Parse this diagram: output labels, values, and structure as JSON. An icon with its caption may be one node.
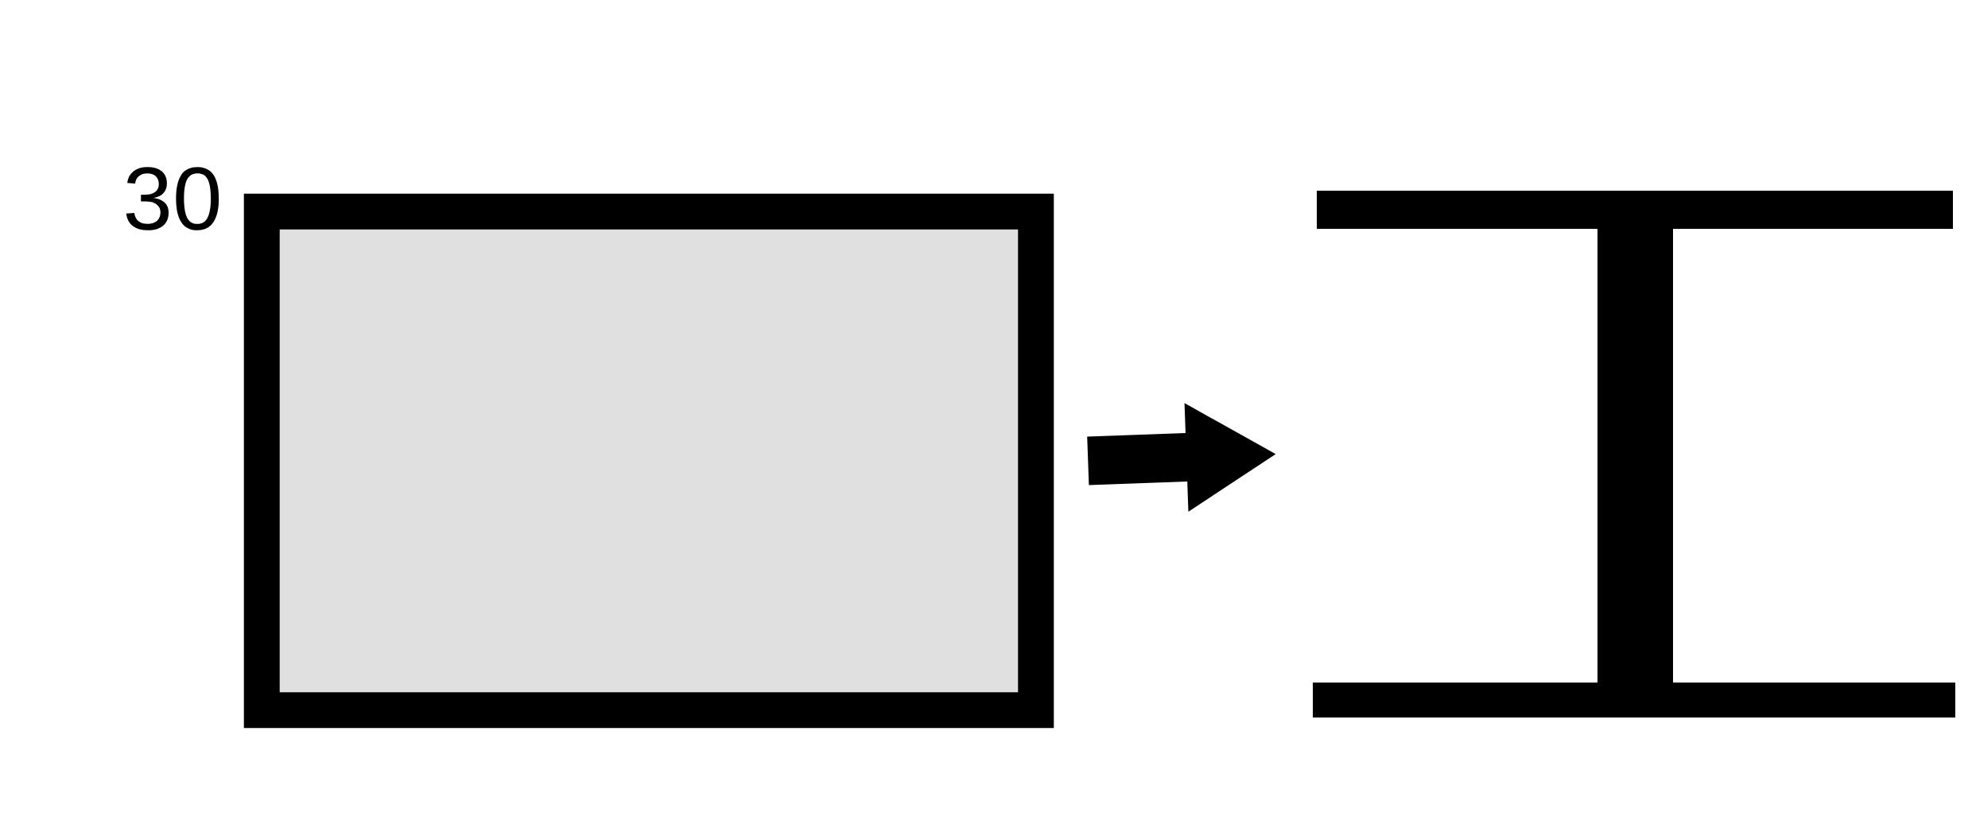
{
  "diagram": {
    "nodes": [
      {
        "text": [],
        "shape": "box"
      },
      {
        "text": [],
        "shape": "picture"
      }
    ],
    "edges": [
      {
        "from": 0,
        "to": 1,
        "arrow": "to"
      }
    ],
    "labels": [
      "30"
    ]
  }
}
